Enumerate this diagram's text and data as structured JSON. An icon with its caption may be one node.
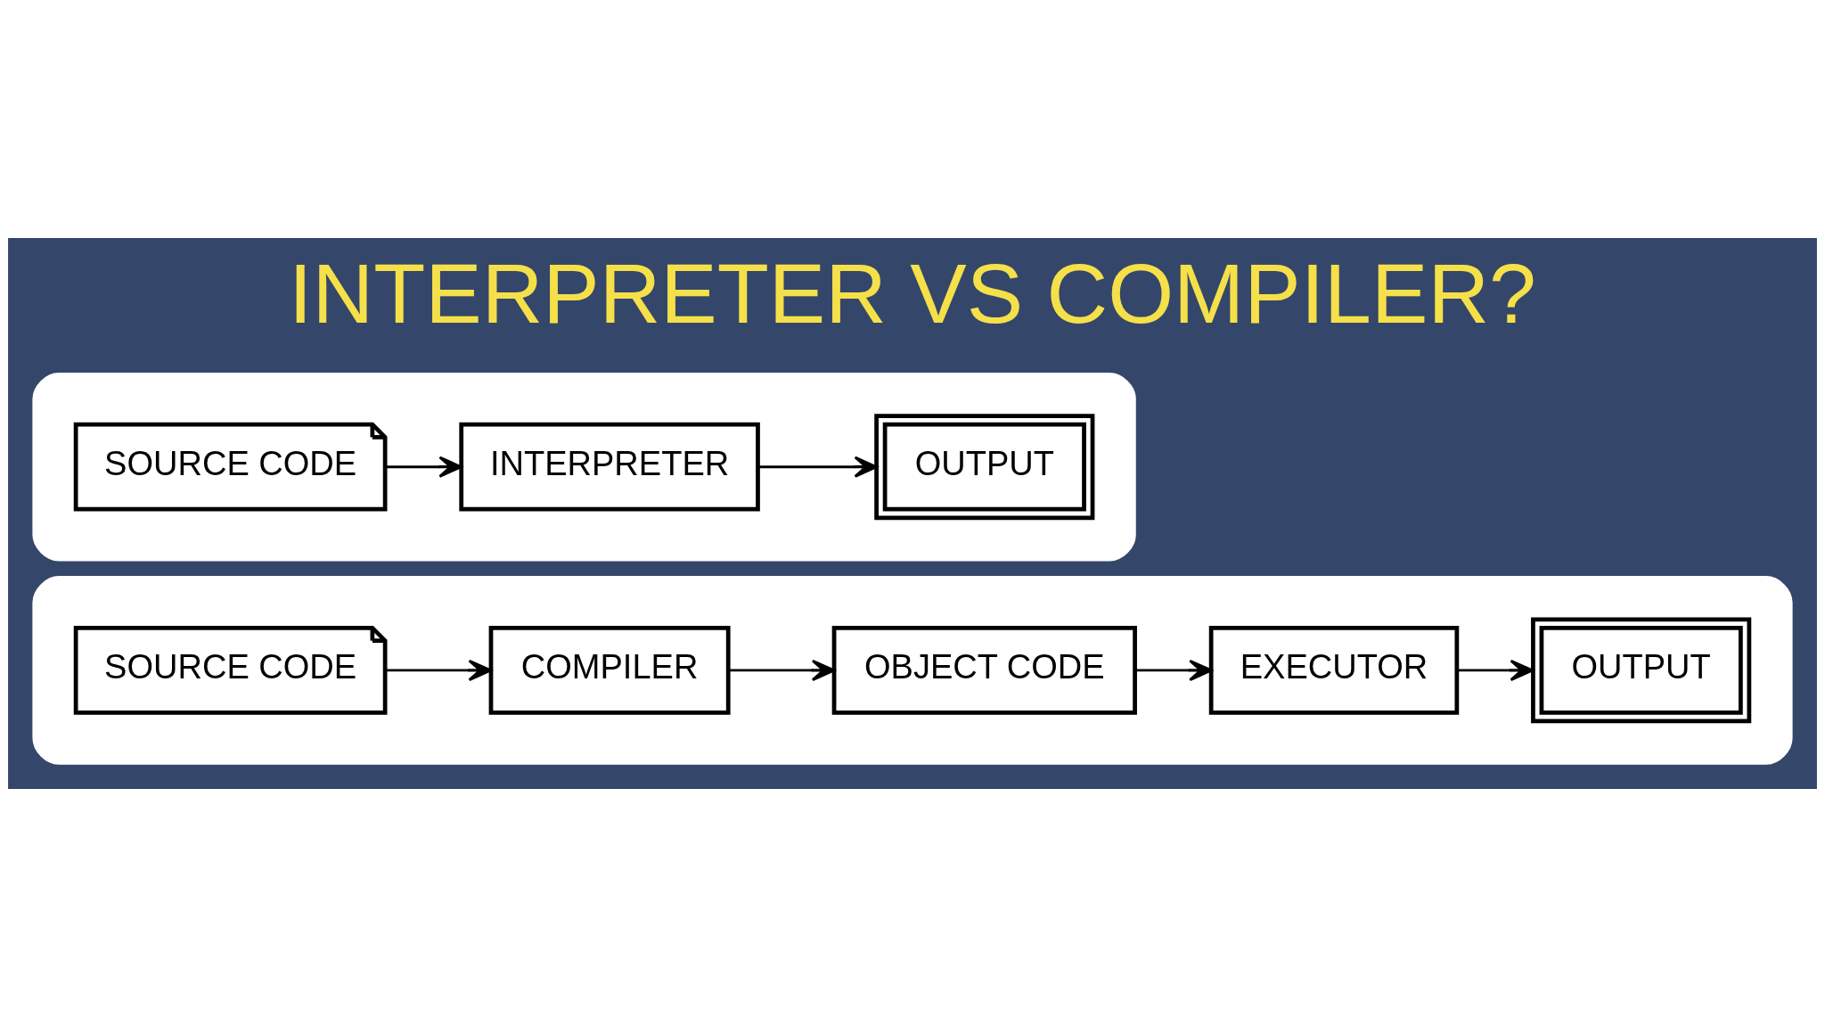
{
  "diagram": {
    "title": "INTERPRETER VS COMPILER?",
    "nodes": [
      {
        "text": [],
        "shape": "box"
      },
      {
        "text": [
          "SOURCE CODE"
        ],
        "in": 0
      },
      {
        "text": [
          "INTERPRETER"
        ],
        "in": 0
      },
      {
        "text": [
          "OUTPUT"
        ],
        "in": 0
      },
      {
        "text": [],
        "shape": "box"
      },
      {
        "text": [
          "SOURCE CODE"
        ],
        "in": 4
      },
      {
        "text": [
          "COMPILER"
        ],
        "in": 4
      },
      {
        "text": [
          "OBJECT CODE"
        ],
        "in": 4
      },
      {
        "text": [
          "EXECUTOR"
        ],
        "in": 4
      },
      {
        "text": [
          "OUTPUT"
        ],
        "in": 4
      }
    ],
    "edges": [
      {
        "from": 1,
        "to": 2,
        "arrow": "to"
      },
      {
        "from": 2,
        "to": 3,
        "arrow": "to"
      },
      {
        "from": 5,
        "to": 6,
        "arrow": "to"
      },
      {
        "from": 6,
        "to": 7,
        "arrow": "to"
      },
      {
        "from": 7,
        "to": 8,
        "arrow": "to"
      },
      {
        "from": 8,
        "to": 9,
        "arrow": "to"
      }
    ]
  }
}
